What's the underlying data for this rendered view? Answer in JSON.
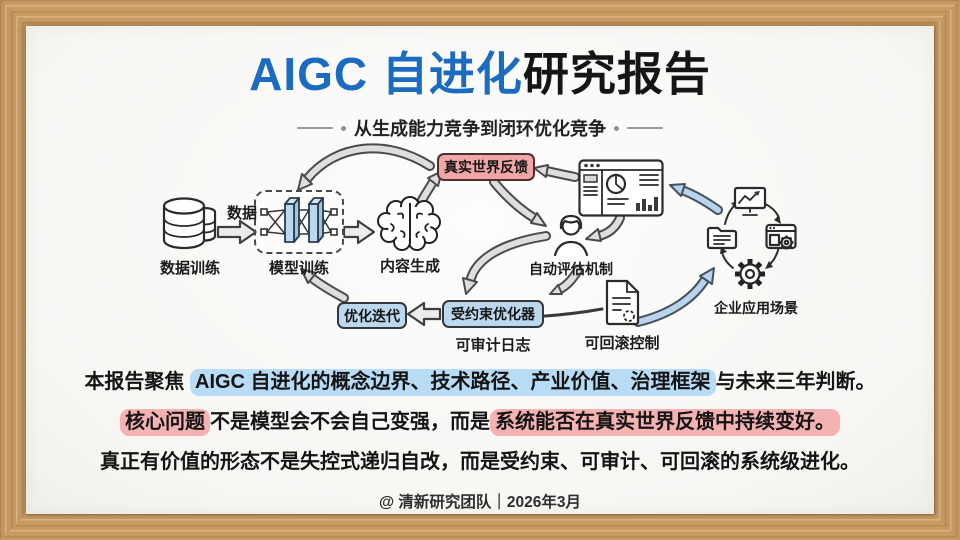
{
  "colors": {
    "title_accent": "#1b6cc0",
    "highlight_blue": "#b8dcf5",
    "highlight_pink": "#f5b2b2",
    "box_blue": "#bcd8ef",
    "box_pink": "#f0a6a6",
    "arrow_blue": "#b9d5ee",
    "arrow_gray": "#dedede",
    "wood": "#c89b63"
  },
  "title": {
    "accent": "AIGC 自进化",
    "rest": "研究报告"
  },
  "subtitle": {
    "text": "从生成能力竞争到闭环优化竞争"
  },
  "diagram": {
    "data_training_label": "数据训练",
    "data_arrow_label": "数据",
    "model_training_label": "模型训练",
    "content_generation_label": "内容生成",
    "feedback_label": "真实世界反馈",
    "evaluation_label": "自动评估机制",
    "optimize_label": "优化迭代",
    "constrained_label": "受约束优化器",
    "audit_label": "可审计日志",
    "rollback_label": "可回滚控制",
    "enterprise_label": "企业应用场景",
    "icons": {
      "data_training": "database-icon",
      "model_training": "neural-network-icon",
      "content_generation": "brain-icon",
      "feedback_source": "dashboard-icon",
      "evaluation": "person-icon",
      "rollback": "document-icon",
      "enterprise": [
        "monitor-chart-icon",
        "browser-gear-icon",
        "gear-icon",
        "folder-icon"
      ]
    }
  },
  "summary": {
    "line1": {
      "prefix": "本报告聚焦 ",
      "highlight": "AIGC 自进化的概念边界、技术路径、产业价值、治理框架",
      "suffix": "与未来三年判断。"
    },
    "line2": {
      "highlight1": "核心问题",
      "middle": "不是模型会不会自己变强，而是",
      "highlight2": "系统能否在真实世界反馈中持续变好。"
    },
    "line3": "真正有价值的形态不是失控式递归自改，而是受约束、可审计、可回滚的系统级进化。"
  },
  "footer": {
    "text": "@ 清新研究团队｜2026年3月"
  }
}
